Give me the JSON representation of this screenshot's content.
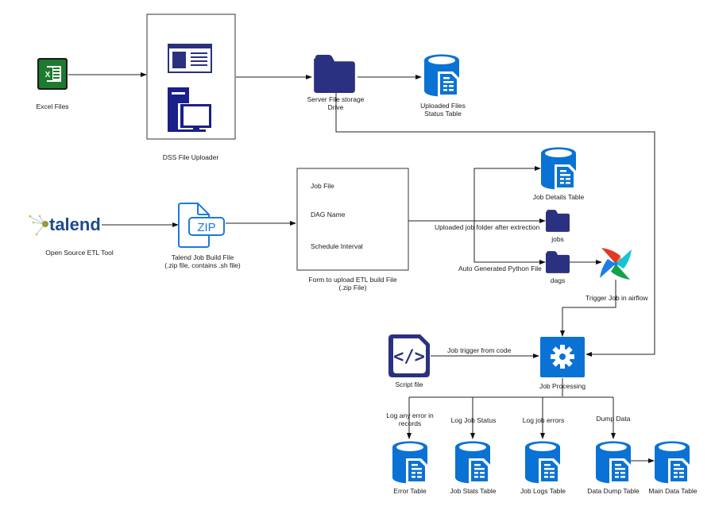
{
  "colors": {
    "navy": "#2a3180",
    "blue": "#0a72d4",
    "excel": "#1d7a2e",
    "talend": "#1f4a8a",
    "line": "#222222"
  },
  "nodes": {
    "excel": {
      "label": "Excel Files",
      "icon": "excel-icon"
    },
    "dss": {
      "label": "DSS  File Uploader",
      "icons": [
        "web-form-icon",
        "desktop-computer-icon"
      ]
    },
    "server": {
      "label_line1": "Server File storage",
      "label_line2": "Drive",
      "icon": "folder-icon"
    },
    "uploaded_status": {
      "label_line1": "Uploaded Files",
      "label_line2": "Status Table",
      "icon": "database-table-icon"
    },
    "talend": {
      "logo_text": "talend",
      "label": "Open Source ETL Tool"
    },
    "zip": {
      "icon_text": "ZIP",
      "label_line1": "Talend Job Build File",
      "label_line2": "(.zip file, contains .sh file)"
    },
    "form": {
      "fields": [
        "Job File",
        "DAG Name",
        "Schedule Interval"
      ],
      "label_line1": "Form to upload ETL build File",
      "label_line2": "(.zip File)"
    },
    "job_details": {
      "label": "Job Details Table",
      "icon": "database-table-icon"
    },
    "jobs": {
      "label": "jobs",
      "icon": "folder-icon"
    },
    "dags": {
      "label": "dags",
      "icon": "folder-icon"
    },
    "airflow": {
      "icon": "airflow-pinwheel-icon"
    },
    "script": {
      "label": "Script file",
      "icon": "code-file-icon"
    },
    "processing": {
      "label": "Job Processing",
      "icon": "gear-icon"
    },
    "error_table": {
      "label": "Error Table"
    },
    "job_stats": {
      "label": "Job Stats Table"
    },
    "job_logs": {
      "label": "Job Logs Table"
    },
    "data_dump": {
      "label": "Data Dump Table"
    },
    "main_data": {
      "label": "Main Data Table"
    }
  },
  "edges": {
    "uploaded_job_folder": "Uploaded job folder after extrection",
    "auto_python": "Auto Generated Python File",
    "trigger_airflow": "Trigger Job in airflow",
    "trigger_code": "Job trigger from code",
    "log_error_line1": "Log any error in",
    "log_error_line2": "records",
    "log_status": "Log Job Status",
    "log_job_errors": "Log job errors",
    "dump_data": "Dump Data"
  }
}
